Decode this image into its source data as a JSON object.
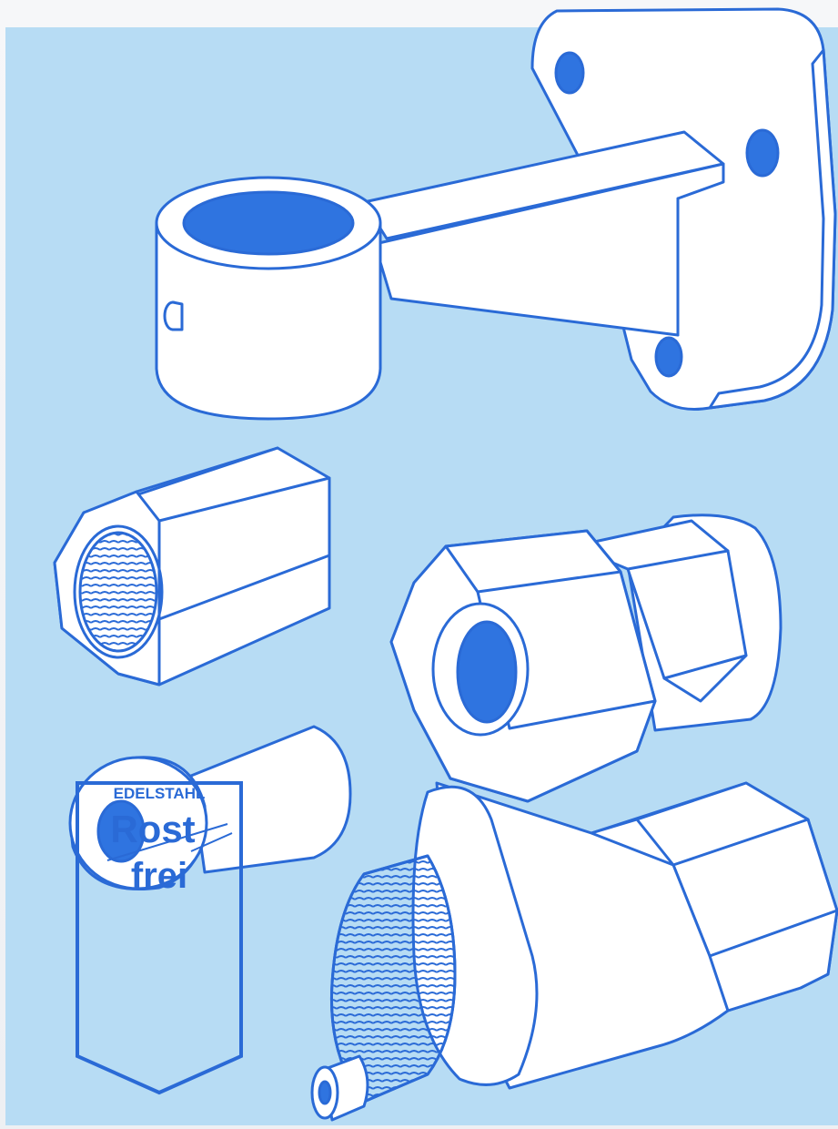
{
  "logo": {
    "line1": "EDELSTAHL",
    "line2": "Rost",
    "line3": "frei"
  },
  "colors": {
    "panel": "#b7dcf4",
    "line": "#2a6ad6",
    "fill_hole": "#2f74e0",
    "part_face": "#ffffff"
  },
  "parts": [
    {
      "name": "flange-bracket",
      "description_icon": "wall-flange-bracket-icon"
    },
    {
      "name": "hex-nut",
      "description_icon": "hex-nut-icon"
    },
    {
      "name": "compression-fitting",
      "description_icon": "compression-fitting-icon"
    },
    {
      "name": "tube-sleeve",
      "description_icon": "tube-sleeve-icon"
    },
    {
      "name": "threaded-adapter",
      "description_icon": "threaded-adapter-icon"
    }
  ]
}
